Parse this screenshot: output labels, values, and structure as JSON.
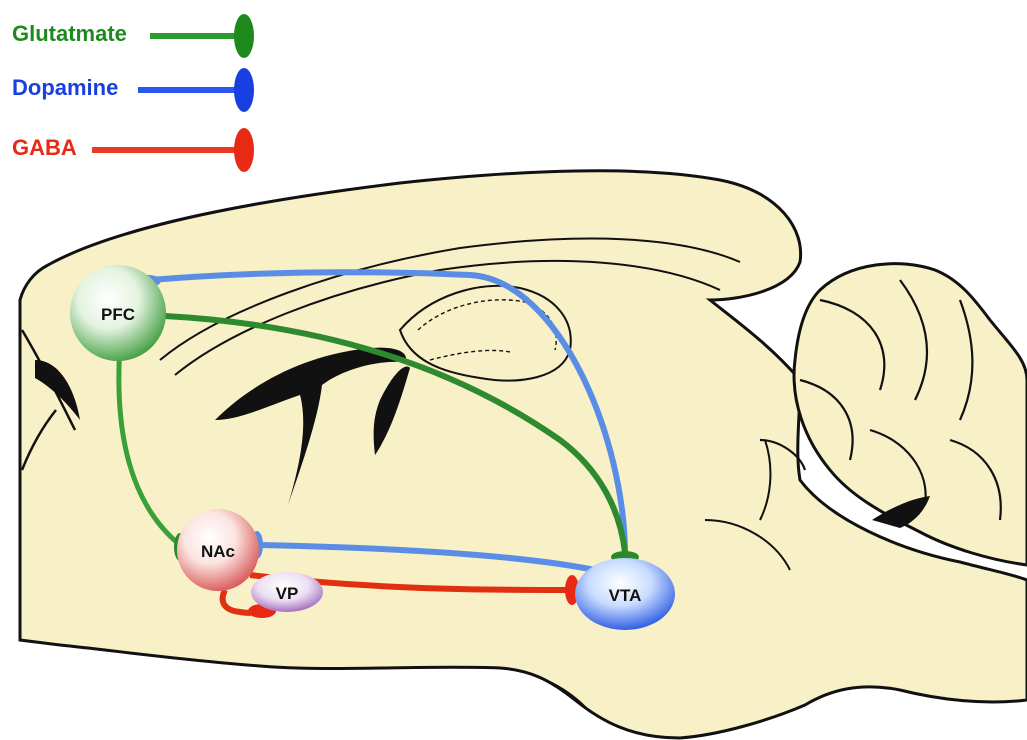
{
  "legend": {
    "items": [
      {
        "label": "Glutatmate",
        "color": "#1e8a1e"
      },
      {
        "label": "Dopamine",
        "color": "#1a3fe0"
      },
      {
        "label": "GABA",
        "color": "#e82a14"
      }
    ]
  },
  "colors": {
    "brain_fill": "#f8f0c6",
    "brain_stroke": "#111111",
    "glutamate_path": "#2e9a2e",
    "dopamine_path": "#5a8ee6",
    "gaba_path": "#e03010"
  },
  "regions": {
    "pfc": {
      "label": "PFC",
      "color": "#3aa03a"
    },
    "nac": {
      "label": "NAc",
      "color": "#e06060"
    },
    "vp": {
      "label": "VP",
      "color": "#a070c0"
    },
    "vta": {
      "label": "VTA",
      "color": "#1e50e0"
    }
  }
}
